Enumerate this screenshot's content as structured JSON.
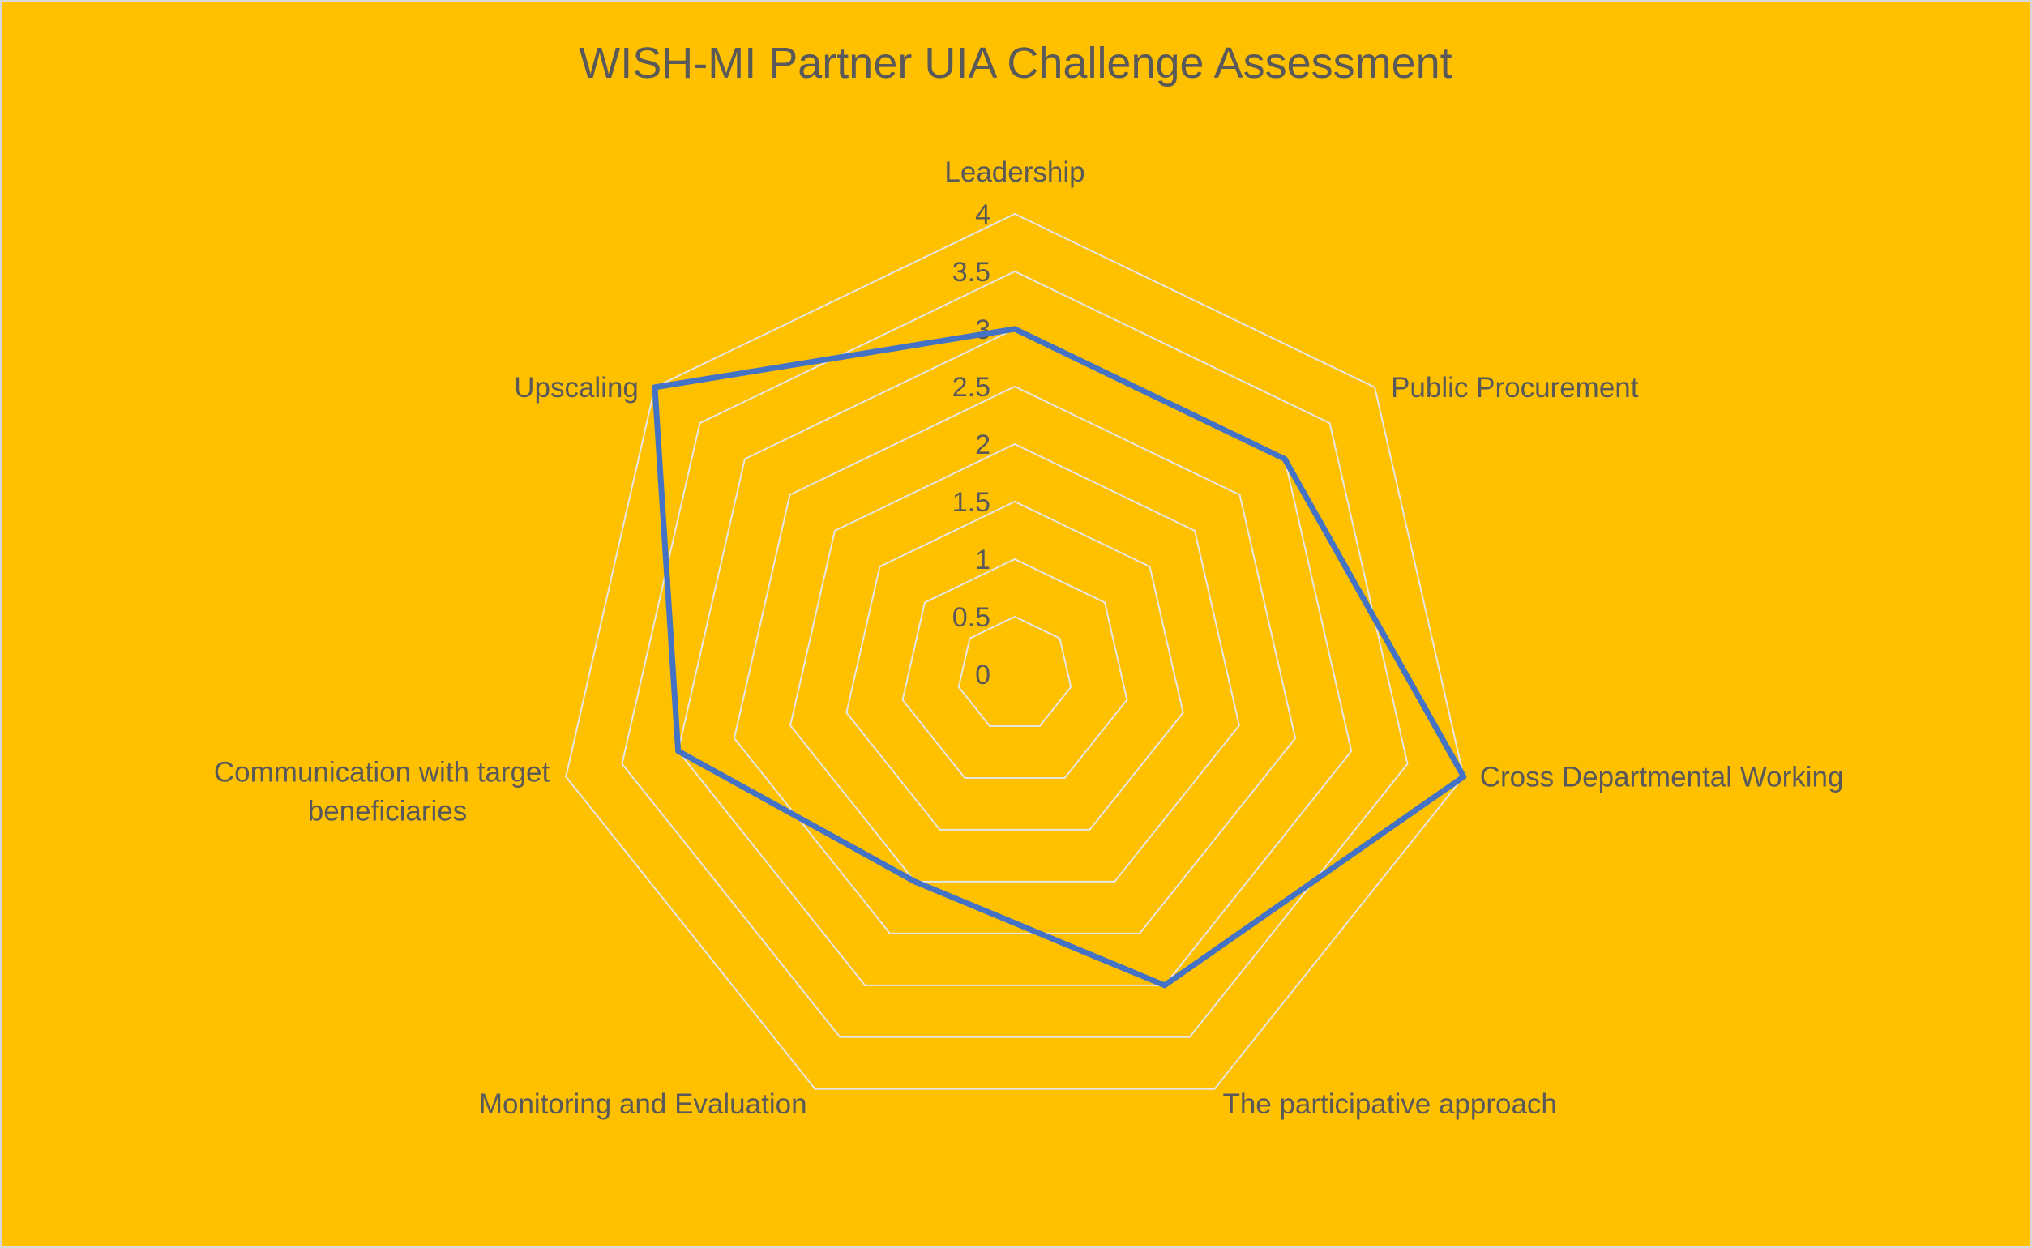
{
  "chart_data": {
    "type": "radar",
    "title": "WISH-MI Partner UIA Challenge Assessment",
    "categories": [
      "Leadership",
      "Public Procurement",
      "Cross Departmental Working",
      "The participative approach",
      "Monitoring and Evaluation",
      "Communication with target beneficiaries",
      "Upscaling"
    ],
    "series": [
      {
        "values": [
          3,
          3,
          4,
          3,
          2,
          3,
          4
        ],
        "color": "#4472C4"
      }
    ],
    "rlim": [
      0,
      4
    ],
    "ticks": [
      "0",
      "0.5",
      "1",
      "1.5",
      "2",
      "2.5",
      "3",
      "3.5",
      "4"
    ],
    "tick_values": [
      0,
      0.5,
      1,
      1.5,
      2,
      2.5,
      3,
      3.5,
      4
    ],
    "grid": true,
    "legend": "none",
    "colors": {
      "background": "#FFC000",
      "grid": "#E6E6E6",
      "text": "#595959",
      "border": "#D9D9D9"
    }
  }
}
